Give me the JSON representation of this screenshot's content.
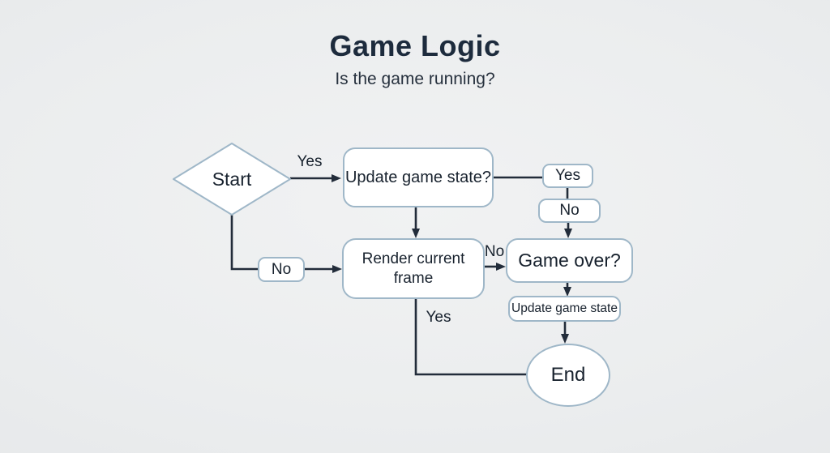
{
  "title": "Game Logic",
  "subtitle": "Is the game running?",
  "nodes": {
    "start": {
      "label": "Start"
    },
    "update_game_state_q": {
      "label": "Update game state?"
    },
    "yes_right": {
      "label": "Yes"
    },
    "no_right": {
      "label": "No"
    },
    "game_over": {
      "label": "Game over?"
    },
    "update_game_state": {
      "label": "Update game state"
    },
    "end": {
      "label": "End"
    },
    "no_left": {
      "label": "No"
    },
    "render_frame": {
      "label": "Render current frame"
    }
  },
  "edge_labels": {
    "start_yes": "Yes",
    "render_no": "No",
    "render_yes": "Yes"
  },
  "colors": {
    "background": "#ebedee",
    "node_fill": "#ffffff",
    "node_border": "#9fb7c8",
    "line": "#222c3a",
    "text": "#18222e",
    "title_text": "#1d2b3d"
  }
}
